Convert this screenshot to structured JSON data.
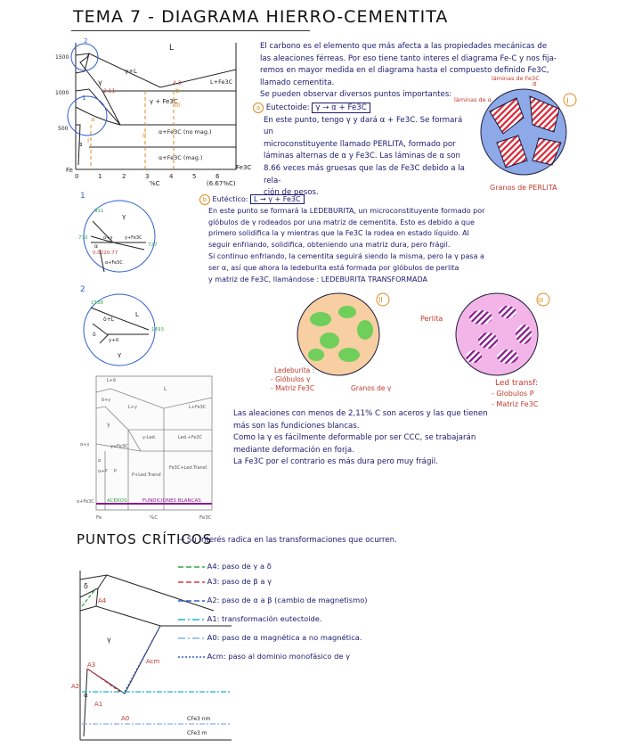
{
  "title": "TEMA 7 - DIAGRAMA HIERRO-CEMENTITA",
  "intro": {
    "lines": [
      "El carbono es el elemento que más afecta a las propiedades mecánicas de",
      "las aleaciones férreas. Por eso tiene tanto interes el diagrama Fe-C y nos fija-",
      "remos en mayor medida en el diagrama hasta el compuesto definido Fe3C,",
      "llamado cementita.",
      "Se pueden observar diversos puntos importantes:"
    ]
  },
  "eutectoid": {
    "marker": "a",
    "label": "Eutectoide:",
    "reaction": "γ → α + Fe3C",
    "lines": [
      "En este punto, tengo γ y dará α + Fe3C. Se formará un",
      "microconstituyente llamado PERLITA, formado por",
      "láminas alternas de α y Fe3C. Las láminas de α son",
      "8.66 veces más gruesas que las de Fe3C debido a la rela-",
      "ción de pesos."
    ]
  },
  "eutectic": {
    "marker": "b",
    "label": "Eutéctico:",
    "reaction": "L → γ + Fe3C",
    "lines": [
      "En este punto se formará la LEDEBURITA, un microconstituyente formado por",
      "glóbulos de γ rodeados por una matriz de cementita. Esto es debido a que",
      "primero solidifica la γ mientras que la Fe3C la rodea en estado líquido. Al",
      "seguir enfriando, solidifica, obteniendo una matriz dura, pero frágil.",
      "Si continuo enfriando, la cementita seguirá siendo la misma, pero la γ pasa a",
      "ser α, así que ahora la ledeburita está formada por glóbulos de perlita",
      "y matriz de Fe3C, llamándose : LEDEBURITA TRANSFORMADA"
    ]
  },
  "phase_diagram": {
    "y_ticks": [
      "1500",
      "1000",
      "500"
    ],
    "x_ticks": [
      "0",
      "1",
      "2",
      "3",
      "4",
      "5",
      "6"
    ],
    "x_start": "Fe",
    "x_end": "Fe3C",
    "x_label": "%C",
    "x_note": "(6.67%C)",
    "regions": [
      "L",
      "γ+L",
      "γ",
      "L+Fe3C",
      "γ + Fe3C",
      "α+Fe3C (no mag.)",
      "α+Fe3C (mag.)",
      "α"
    ],
    "points": [
      "2.11",
      "4.3",
      "a",
      "b",
      "I",
      "II",
      "III",
      "2",
      "1"
    ]
  },
  "zoom1": {
    "label": "1",
    "values": [
      "911",
      "770",
      "727",
      "0.022",
      "0.77"
    ],
    "regions": [
      "γ",
      "α",
      "α+γ",
      "γ+Fe3C",
      "α+Fe3C"
    ]
  },
  "zoom2": {
    "label": "2",
    "values": [
      "1538",
      "1493"
    ],
    "regions": [
      "δ+L",
      "L",
      "δ",
      "γ+δ",
      "γ"
    ]
  },
  "microstructure_i": {
    "roman": "I",
    "label_lamina_fe3c": "láminas de Fe3C",
    "label_lamina_a": "láminas de α",
    "label_alpha": "α",
    "label_grains": "Granos de PERLITA"
  },
  "microstructure_ii": {
    "roman": "II",
    "labels": [
      "Ledeburita :",
      "- Glóbulos γ",
      "- Matriz Fe3C"
    ],
    "label_grains": "Granos de γ"
  },
  "microstructure_iii": {
    "roman": "III",
    "label_perlita": "Perlita",
    "labels": [
      "Led transf:",
      "- Globulos P",
      "- Matriz Fe3C"
    ]
  },
  "gray_diagram": {
    "regions": [
      "L+δ",
      "L",
      "δ+γ",
      "L+γ",
      "L+Fe3C",
      "γ",
      "γ-Led.",
      "Led.+Fe3C",
      "α+γ",
      "γ+Fe3C",
      "α",
      "α+P",
      "P",
      "P+Led.Transf.",
      "Fe3C+Led.Transf.",
      "α+Fe3C"
    ],
    "footer_left": "ACEROS",
    "footer_right": "FUNDICIONES BLANCAS",
    "axis": [
      "Fe",
      "%C",
      "Fe3C"
    ]
  },
  "notes": [
    "Las aleaciones con menos de 2,11% C son aceros y las que tienen",
    "más son las fundiciones blancas.",
    "Como la γ es fácilmente deformable por ser CCC, se trabajarán",
    "mediante deformación en forja.",
    "La Fe3C por el contrario es más dura pero muy frágil."
  ],
  "critical": {
    "heading": "PUNTOS CRÍTICOS",
    "subtitle": "→ Su interés radica en las transformaciones que ocurren.",
    "legend": [
      {
        "text": "A4: paso de γ a δ",
        "color": "#2ea84a",
        "dash": "6,3"
      },
      {
        "text": "A3: paso de β a γ",
        "color": "#e03a4a",
        "dash": "6,3"
      },
      {
        "text": "A2: paso de α a β (cambio de magnetismo)",
        "color": "#2f5fd0",
        "dash": "6,3"
      },
      {
        "text": "A1: transformación eutectoide.",
        "color": "#19b5c9",
        "dash": "8,3,2,3"
      },
      {
        "text": "A0: paso de α magnética a no magnética.",
        "color": "#7fb4e6",
        "dash": "8,3,2,3"
      },
      {
        "text": "Acm: paso al dominio monofásico de γ",
        "color": "#2f5fd0",
        "dash": "2,2"
      }
    ],
    "diagram_labels": [
      "δ",
      "A4",
      "γ",
      "Acm",
      "A3",
      "A2",
      "α",
      "A1",
      "A0",
      "CFe3 nm",
      "CFe3 m"
    ]
  }
}
